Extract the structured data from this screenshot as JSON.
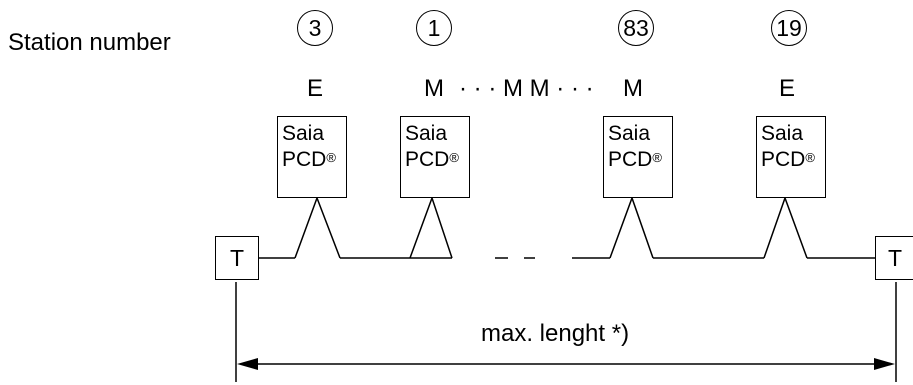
{
  "heading": "Station number",
  "stations": [
    {
      "number": "3",
      "type": "E",
      "line1": "Saia",
      "line2": "PCD",
      "mark": "®"
    },
    {
      "number": "1",
      "type": "M",
      "line1": "Saia",
      "line2": "PCD",
      "mark": "®"
    },
    {
      "number": "83",
      "type": "M",
      "line1": "Saia",
      "line2": "PCD",
      "mark": "®"
    },
    {
      "number": "19",
      "type": "E",
      "line1": "Saia",
      "line2": "PCD",
      "mark": "®"
    }
  ],
  "ellipsis_label": "· · · M M · · ·",
  "terminator": {
    "left": "T",
    "right": "T"
  },
  "length_label": "max. lenght *)"
}
